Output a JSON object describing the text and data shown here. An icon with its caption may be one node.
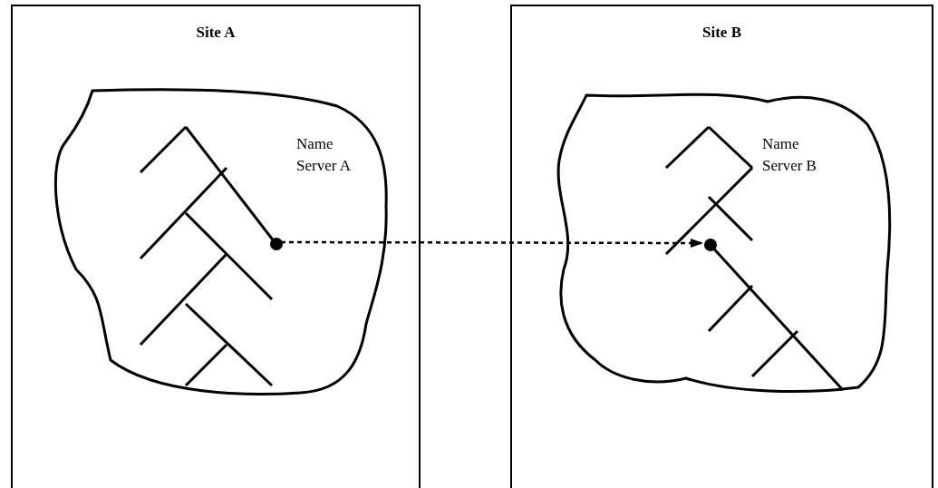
{
  "diagram": {
    "nodes": [
      {
        "text": [
          "Site A"
        ]
      },
      {
        "text": [
          "Name Server A"
        ],
        "in": 0
      },
      {
        "text": [],
        "shape": "circle",
        "in": 1
      },
      {
        "text": [
          "Site B"
        ]
      },
      {
        "text": [
          "Name Server B"
        ],
        "in": 3
      },
      {
        "text": [],
        "shape": "circle",
        "in": 4
      }
    ],
    "edges": [
      {
        "from": 2,
        "to": 5,
        "arrow": "to",
        "style": "dashed"
      }
    ]
  }
}
